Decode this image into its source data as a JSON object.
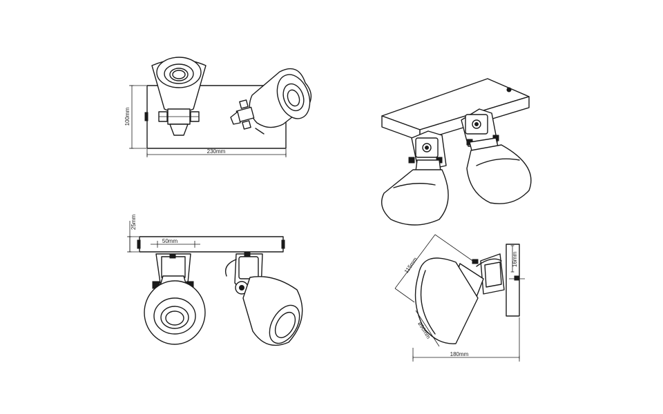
{
  "dimensions": {
    "top_view_height": "100mm",
    "top_view_width": "230mm",
    "front_view_depth": "25mm",
    "front_view_spacing": "50mm",
    "side_view_projection": "115mm",
    "side_view_base": "16mm",
    "side_view_diameter": "ø90mm",
    "side_view_width": "180mm"
  },
  "colors": {
    "line": "#1a1a1a",
    "background": "#ffffff"
  }
}
